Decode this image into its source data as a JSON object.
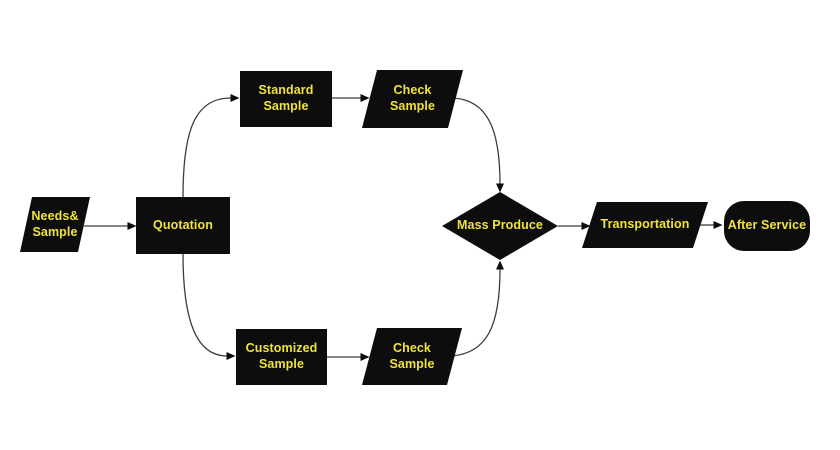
{
  "diagram": {
    "type": "flowchart",
    "background_color": "#FFFFFF",
    "node_fill_color": "#0D0D0D",
    "label_color": "#F0E33C",
    "connector_color": "#3D3D3D",
    "nodes": {
      "needs_sample": {
        "label": "Needs&\nSample",
        "shape": "parallelogram"
      },
      "quotation": {
        "label": "Quotation",
        "shape": "rectangle"
      },
      "standard_sample": {
        "label": "Standard\nSample",
        "shape": "rectangle"
      },
      "check_sample_top": {
        "label": "Check\nSample",
        "shape": "parallelogram"
      },
      "customized_sample": {
        "label": "Customized\nSample",
        "shape": "rectangle"
      },
      "check_sample_bottom": {
        "label": "Check\nSample",
        "shape": "parallelogram"
      },
      "mass_produce": {
        "label": "Mass Produce",
        "shape": "diamond"
      },
      "transportation": {
        "label": "Transportation",
        "shape": "parallelogram"
      },
      "after_service": {
        "label": "After Service",
        "shape": "rounded"
      }
    },
    "edges": [
      {
        "from": "needs_sample",
        "to": "quotation"
      },
      {
        "from": "quotation",
        "to": "standard_sample"
      },
      {
        "from": "quotation",
        "to": "customized_sample"
      },
      {
        "from": "standard_sample",
        "to": "check_sample_top"
      },
      {
        "from": "customized_sample",
        "to": "check_sample_bottom"
      },
      {
        "from": "check_sample_top",
        "to": "mass_produce"
      },
      {
        "from": "check_sample_bottom",
        "to": "mass_produce"
      },
      {
        "from": "mass_produce",
        "to": "transportation"
      },
      {
        "from": "transportation",
        "to": "after_service"
      }
    ]
  }
}
